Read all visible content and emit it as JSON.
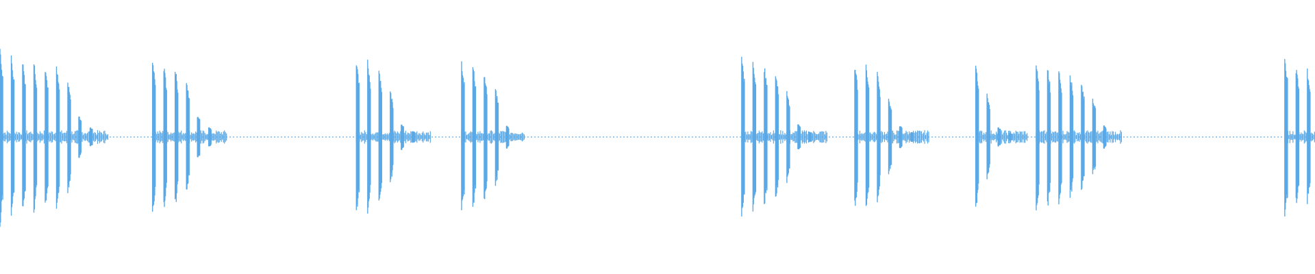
{
  "waveform": {
    "color": "#5aa9e6",
    "peak_amplitude": 1.0,
    "duration_fraction_per_burst_group": [
      {
        "start": 0.0,
        "peaks": [
          1.0,
          0.91,
          0.88,
          0.86,
          0.8,
          0.78,
          0.62,
          0.22,
          0.1
        ]
      },
      {
        "start": 0.116,
        "peaks": [
          0.88,
          0.8,
          0.78,
          0.64,
          0.24,
          0.1
        ]
      },
      {
        "start": 0.271,
        "peaks": [
          0.84,
          0.86,
          0.78,
          0.52,
          0.14,
          0.06
        ]
      },
      {
        "start": 0.351,
        "peaks": [
          0.86,
          0.82,
          0.72,
          0.54,
          0.12
        ]
      },
      {
        "start": 0.564,
        "peaks": [
          0.9,
          0.84,
          0.8,
          0.74,
          0.52,
          0.14,
          0.05
        ]
      },
      {
        "start": 0.65,
        "peaks": [
          0.82,
          0.84,
          0.72,
          0.42,
          0.12,
          0.05
        ]
      },
      {
        "start": 0.742,
        "peaks": [
          0.8,
          0.48,
          0.1,
          0.04
        ]
      },
      {
        "start": 0.788,
        "peaks": [
          0.82,
          0.8,
          0.78,
          0.72,
          0.62,
          0.44,
          0.12
        ]
      },
      {
        "start": 0.977,
        "peaks": [
          0.92,
          0.78,
          0.76
        ]
      }
    ],
    "baseline_noise": 0.01
  }
}
